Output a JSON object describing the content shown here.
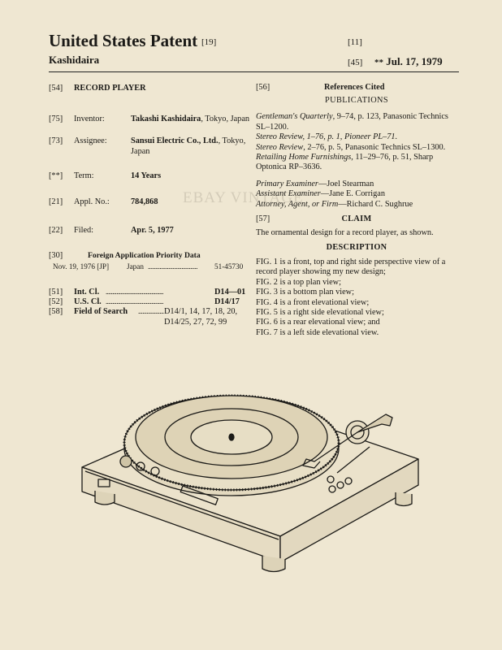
{
  "header": {
    "title": "United States Patent",
    "title_code": "[19]",
    "inventor_short": "Kashidaira",
    "patent_no_code": "[11]",
    "date_code": "[45]",
    "date_stars": "**",
    "date": "Jul. 17, 1979"
  },
  "left": {
    "title_code": "[54]",
    "title": "RECORD PLAYER",
    "inventor": {
      "code": "[75]",
      "label": "Inventor:",
      "name": "Takashi Kashidaira",
      "rest": ", Tokyo, Japan"
    },
    "assignee": {
      "code": "[73]",
      "label": "Assignee:",
      "name": "Sansui Electric Co., Ltd.",
      "rest": ", Tokyo, Japan"
    },
    "term": {
      "code": "[**]",
      "label": "Term:",
      "value": "14 Years"
    },
    "appl": {
      "code": "[21]",
      "label": "Appl. No.:",
      "value": "784,868"
    },
    "filed": {
      "code": "[22]",
      "label": "Filed:",
      "value": "Apr. 5, 1977"
    },
    "foreign": {
      "code": "[30]",
      "heading": "Foreign Application Priority Data",
      "date": "Nov. 19, 1976 [JP]",
      "country": "Japan",
      "dots": "..................................",
      "number": "51-45730"
    },
    "int_cl": {
      "code": "[51]",
      "label": "Int. Cl.",
      "dots": "...........................................",
      "value": "D14—01"
    },
    "us_cl": {
      "code": "[52]",
      "label": "U.S. Cl.",
      "dots": "...........................................",
      "value": "D14/17"
    },
    "search": {
      "code": "[58]",
      "label": "Field of Search",
      "dots": "..................",
      "line1": "D14/1, 14, 17, 18, 20,",
      "line2": "D14/25, 27, 72, 99"
    }
  },
  "right": {
    "refs_code": "[56]",
    "refs_heading": "References Cited",
    "publications": "PUBLICATIONS",
    "refs": [
      {
        "src": "Gentleman's Quarterly",
        "rest": ", 9–74, p. 123, Panasonic Technics SL–1200."
      },
      {
        "src": "Stereo Review, 1–76, p. 1, Pioneer PL–71.",
        "rest": ""
      },
      {
        "src": "Stereo Review",
        "rest": ", 2–76, p. 5, Panasonic Technics SL–1300."
      },
      {
        "src": "Retailing Home Furnishings",
        "rest": ", 11–29–76, p. 51, Sharp Optonica RP–3636."
      }
    ],
    "primary_examiner": {
      "label": "Primary Examiner",
      "name": "—Joel Stearman"
    },
    "assistant_examiner": {
      "label": "Assistant Examiner",
      "name": "—Jane E. Corrigan"
    },
    "attorney": {
      "label": "Attorney, Agent, or Firm",
      "name": "—Richard C. Sughrue"
    },
    "claim_code": "[57]",
    "claim_heading": "CLAIM",
    "claim_text": "The ornamental design for a record player, as shown.",
    "desc_heading": "DESCRIPTION",
    "desc": [
      "FIG. 1 is a front, top and right side perspective view of a record player showing my new design;",
      "FIG. 2 is a top plan view;",
      "FIG. 3 is a bottom plan view;",
      "FIG. 4 is a front elevational view;",
      "FIG. 5 is a right side elevational view;",
      "FIG. 6 is a rear elevational view; and",
      "FIG. 7 is a left side elevational view."
    ]
  },
  "watermark": "EBAY VINTAGE",
  "colors": {
    "paper": "#efe7d2",
    "ink": "#1b1a17"
  }
}
